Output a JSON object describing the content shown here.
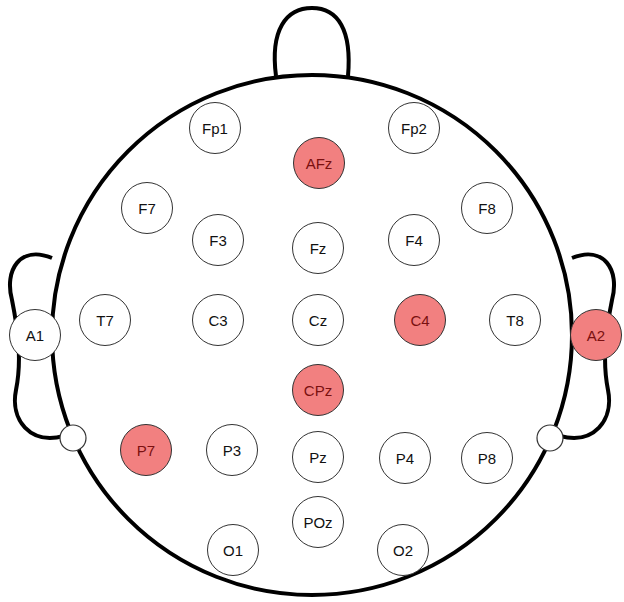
{
  "diagram": {
    "nodes": [
      {
        "text": [
          "Fp1"
        ]
      },
      {
        "text": [
          "Fp2"
        ]
      },
      {
        "text": [
          "AFz"
        ]
      },
      {
        "text": [
          "F7"
        ]
      },
      {
        "text": [
          "F8"
        ]
      },
      {
        "text": [
          "F3"
        ]
      },
      {
        "text": [
          "Fz"
        ]
      },
      {
        "text": [
          "F4"
        ]
      },
      {
        "text": [
          "A1"
        ]
      },
      {
        "text": [
          "T7"
        ]
      },
      {
        "text": [
          "C3"
        ]
      },
      {
        "text": [
          "Cz"
        ]
      },
      {
        "text": [
          "C4"
        ]
      },
      {
        "text": [
          "T8"
        ]
      },
      {
        "text": [
          "A2"
        ]
      },
      {
        "text": [
          "CPz"
        ]
      },
      {
        "text": [
          "P7"
        ]
      },
      {
        "text": [
          "P3"
        ]
      },
      {
        "text": [
          "Pz"
        ]
      },
      {
        "text": [
          "P4"
        ]
      },
      {
        "text": [
          "P8"
        ]
      },
      {
        "text": [
          "POz"
        ]
      },
      {
        "text": [
          "O1"
        ]
      },
      {
        "text": [
          "O2"
        ]
      }
    ]
  }
}
